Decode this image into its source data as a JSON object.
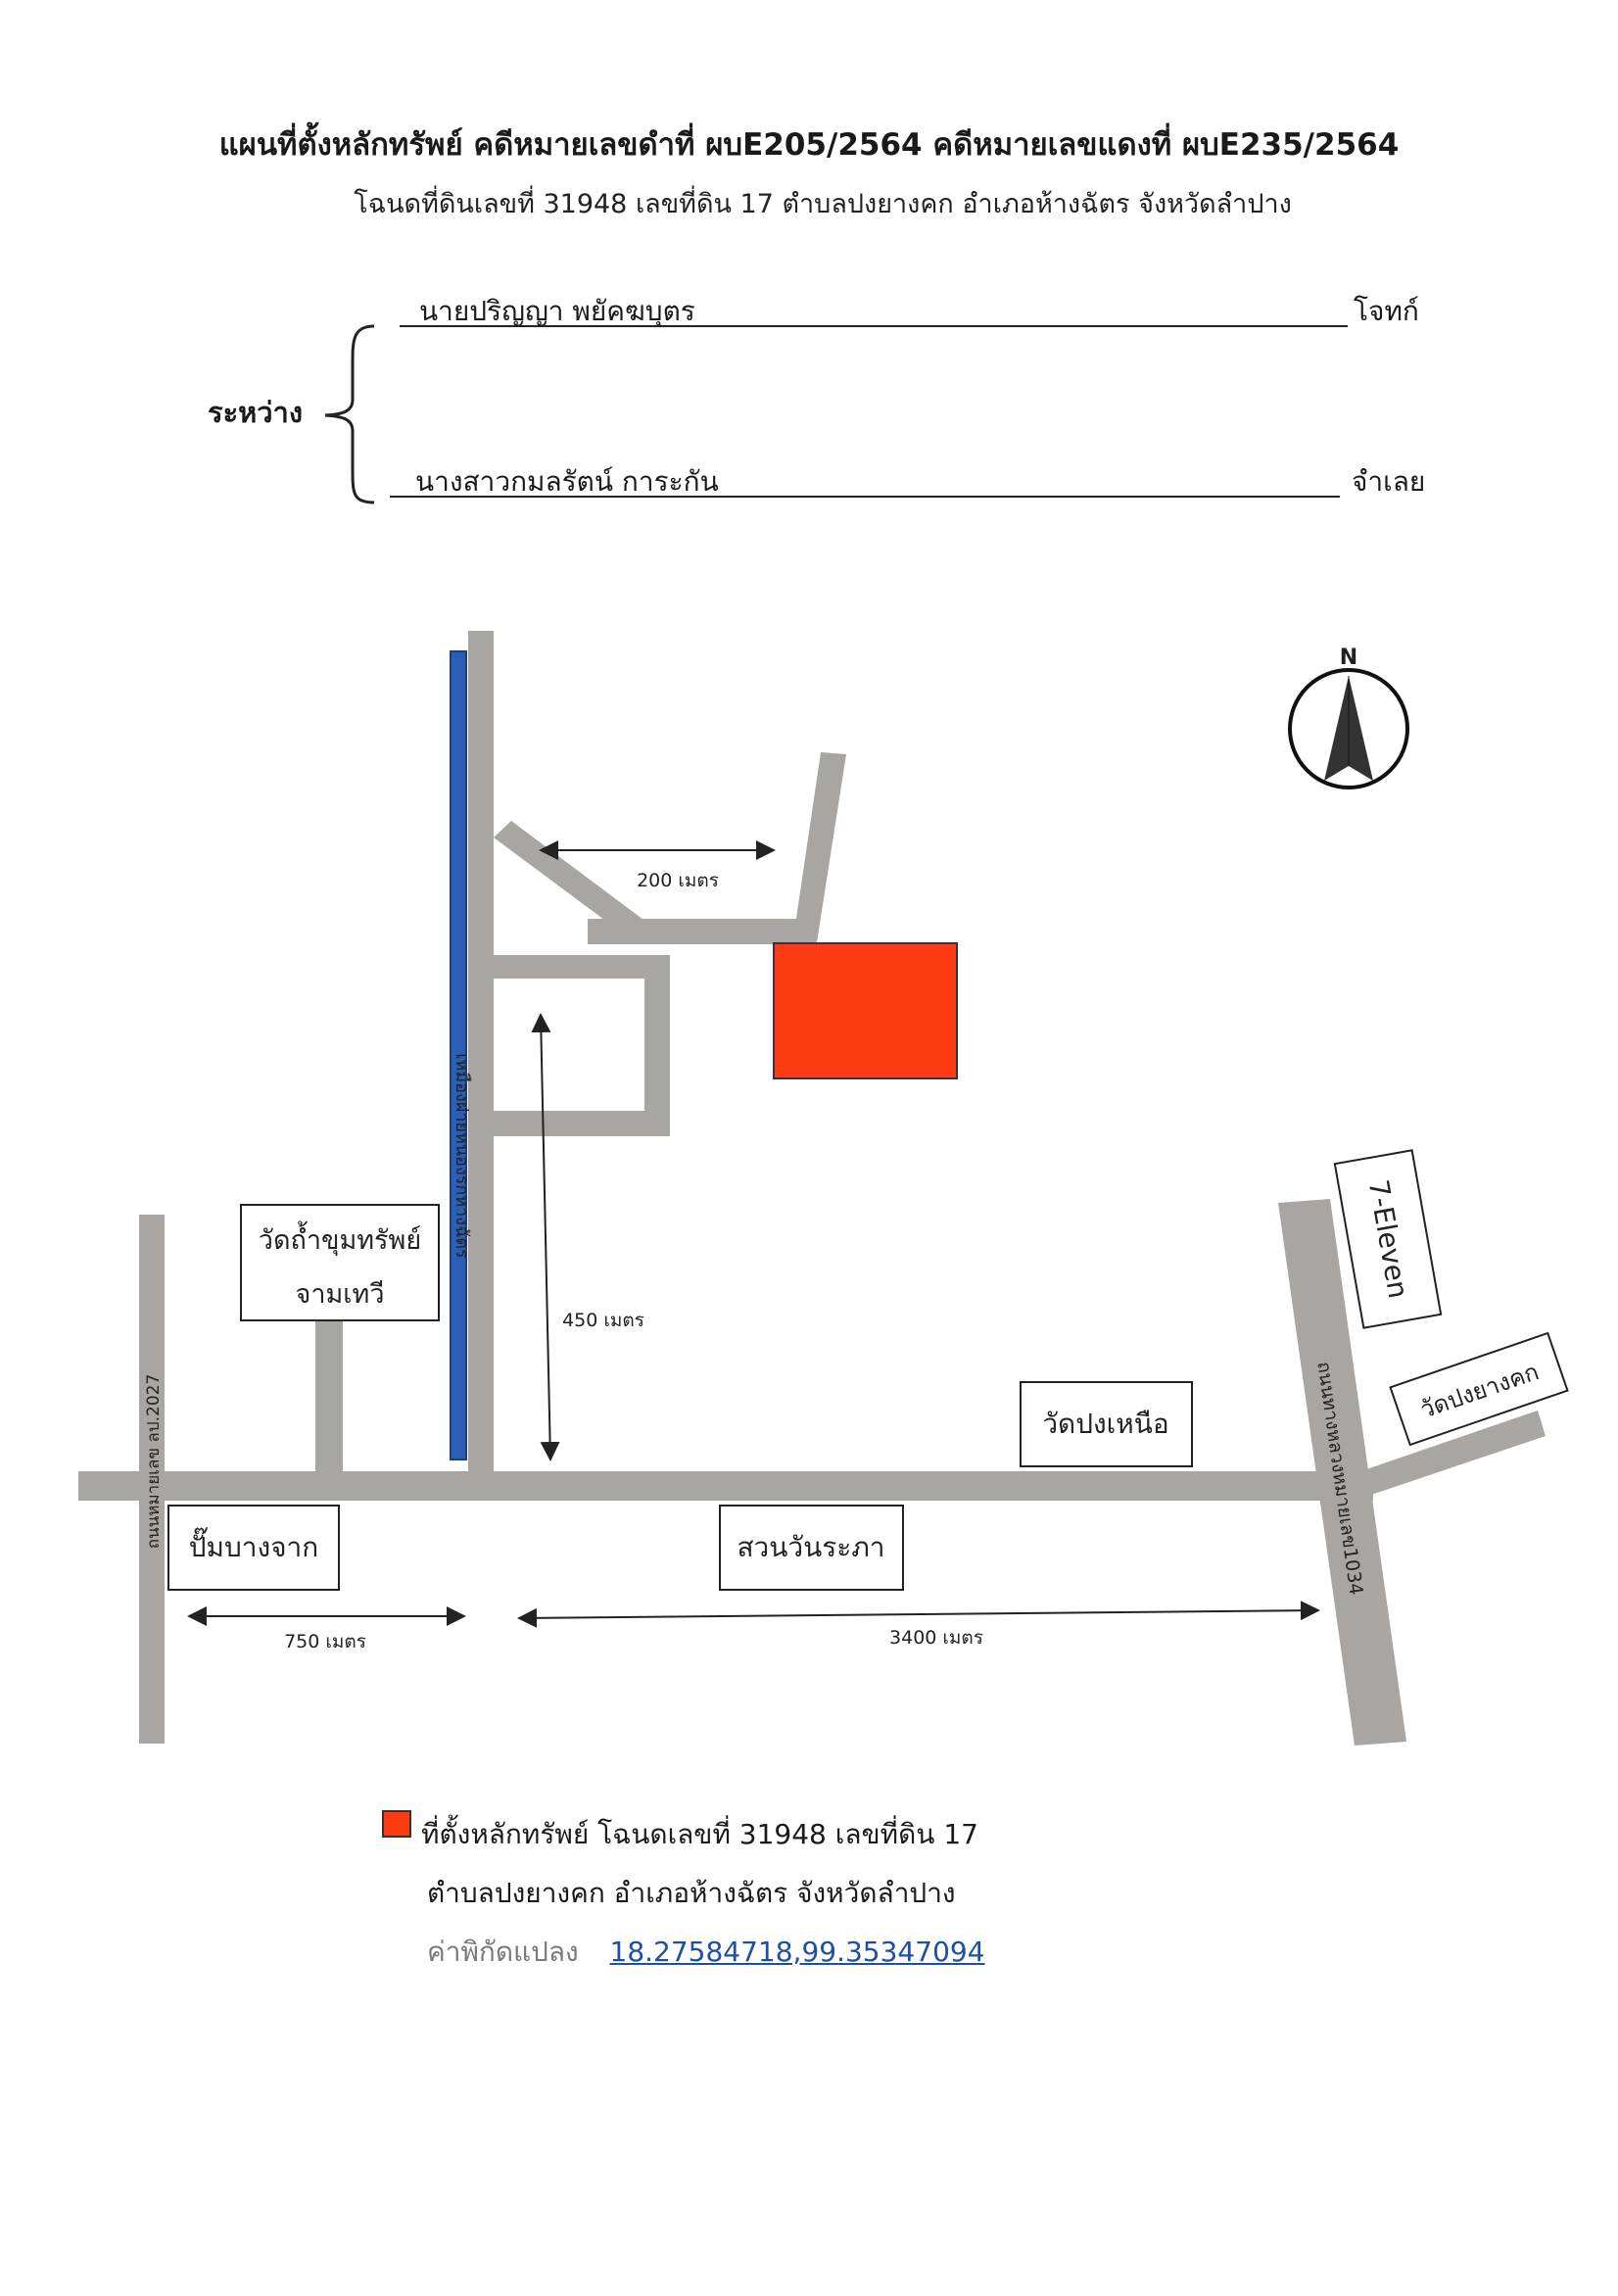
{
  "header": {
    "title": "แผนที่ตั้งหลักทรัพย์   คดีหมายเลขดำที่ ผบE205/2564   คดีหมายเลขแดงที่ ผบE235/2564",
    "subtitle": "โฉนดที่ดินเลขที่  31948  เลขที่ดิน 17  ตำบลปงยางคก   อำเภอห้างฉัตร  จังหวัดลำปาง"
  },
  "parties": {
    "between_label": "ระหว่าง",
    "plaintiff_name": "นายปริญญา พยัคฆบุตร",
    "plaintiff_role": "โจทก์",
    "defendant_name": "นางสาวกมลรัตน์  การะกัน",
    "defendant_role": "จำเลย"
  },
  "map": {
    "north_label": "N",
    "roads": {
      "left_vertical": "ถนนหมายเลข ลป.2027",
      "right_vertical": "ถนนทางหลวงหมายเลข1034",
      "canal": "เหมืองฝายหนองรกหางฉัตร"
    },
    "landmarks": {
      "temple_cave": [
        "วัดถ้ำขุมทรัพย์",
        "จามเทวี"
      ],
      "gas_station": "ปั๊มบางจาก",
      "park": "สวนวันระภา",
      "temple_north": "วัดปงเหนือ",
      "seven_eleven": "7-Eleven",
      "temple_pong": "วัดปงยางคก"
    },
    "distances": {
      "d200": "200 เมตร",
      "d450": "450 เมตร",
      "d750": "750 เมตร",
      "d3400": "3400 เมตร"
    },
    "colors": {
      "road": "#a8a5a2",
      "canal": "#2b5fb6",
      "property": "#ff3b14"
    }
  },
  "legend": {
    "line1": "ที่ตั้งหลักทรัพย์   โฉนดเลขที่ 31948  เลขที่ดิน 17",
    "line2": "ตำบลปงยางคก   อำเภอห้างฉัตร   จังหวัดลำปาง",
    "coords_label": "ค่าพิกัดแปลง",
    "coords_value": "18.27584718,99.35347094"
  }
}
